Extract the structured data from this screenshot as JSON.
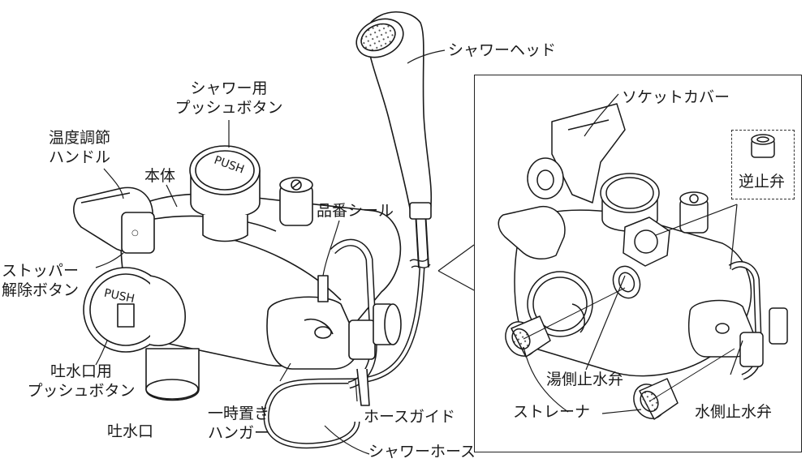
{
  "labels": {
    "shower_head": "シャワーヘッド",
    "shower_button_1": "シャワー用",
    "shower_button_2": "プッシュボタン",
    "temp_handle_1": "温度調節",
    "temp_handle_2": "ハンドル",
    "body": "本体",
    "stopper_release_1": "ストッパー",
    "stopper_release_2": "解除ボタン",
    "product_seal": "品番シール",
    "spout_button_1": "吐水口用",
    "spout_button_2": "プッシュボタン",
    "spout": "吐水口",
    "temp_hanger_1": "一時置き",
    "temp_hanger_2": "ハンガー",
    "hose_guide": "ホースガイド",
    "shower_hose": "シャワーホース",
    "socket_cover": "ソケットカバー",
    "check_valve": "逆止弁",
    "hot_stop_valve": "湯側止水弁",
    "strainer": "ストレーナ",
    "cold_stop_valve": "水側止水弁"
  },
  "button_text": {
    "push": "PUSH"
  }
}
